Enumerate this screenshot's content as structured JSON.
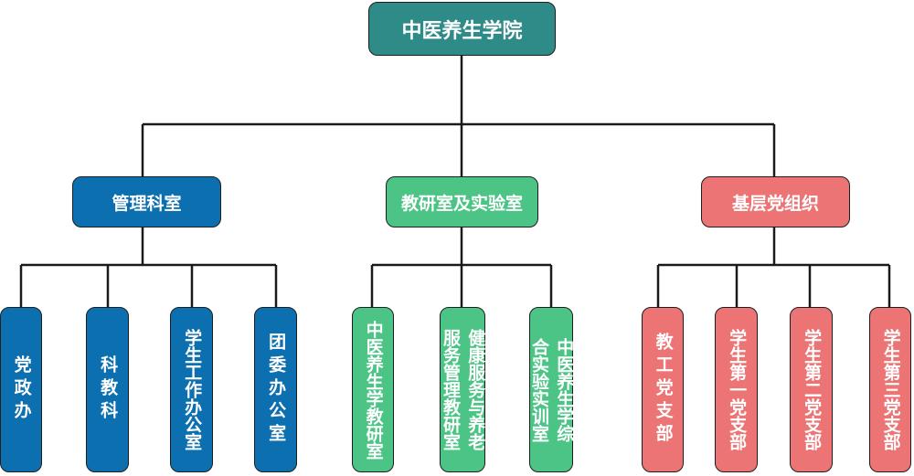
{
  "root": {
    "label": "中医养生学院"
  },
  "groups": [
    {
      "label": "管理科室",
      "children": [
        "党政办",
        "科教科",
        "学生工作办公室",
        "团委办公室"
      ]
    },
    {
      "label": "教研室及实验室",
      "children": [
        "中医养生学教研室",
        "健康服务与养老服务管理教研室",
        "中医养生学综合实验实训室"
      ]
    },
    {
      "label": "基层党组织",
      "children": [
        "教工党支部",
        "学生第一党支部",
        "学生第二党支部",
        "学生第三党支部"
      ]
    }
  ],
  "split": {
    "health_col1": "健康服务与养老",
    "health_col2": "服务管理教研室",
    "lab_col1": "中医养生学综",
    "lab_col2": "合实验实训室"
  },
  "colors": {
    "root": "#2e8b87",
    "blue": "#0c6fb0",
    "green": "#4cc486",
    "red": "#ec7475"
  }
}
